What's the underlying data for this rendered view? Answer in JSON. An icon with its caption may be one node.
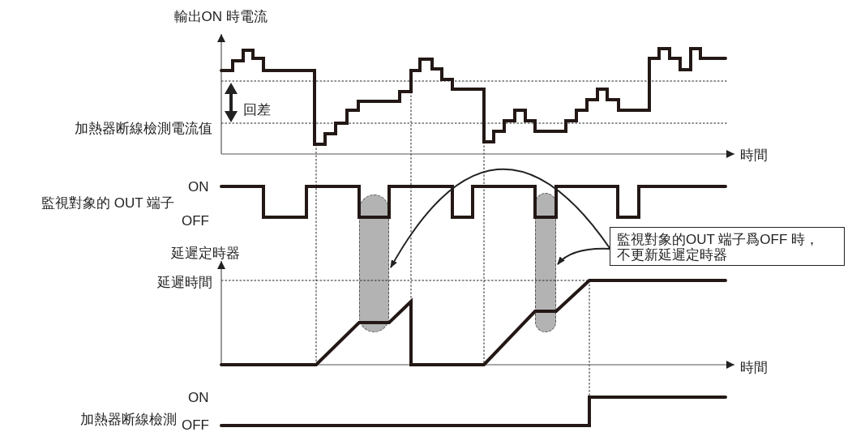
{
  "diagram": {
    "nodes": [
      {
        "text": [
          "監視對象的OUT 端子爲OFF 時，不更新延遲定時器"
        ]
      },
      {
        "text": [],
        "shape": "bar"
      },
      {
        "text": [],
        "shape": "bar"
      }
    ],
    "edges": [
      {
        "from": 0,
        "to": 1,
        "arrow": "to"
      },
      {
        "from": 0,
        "to": 2,
        "arrow": "to"
      }
    ],
    "labels": [
      "輸出ON 時電流",
      "回差",
      "加熱器断線檢測電流值",
      "時間",
      "ON",
      "監視對象的 OUT 端子",
      "OFF",
      "延遲定時器",
      "延遲時間",
      "時間",
      "ON",
      "加熱器断線檢測",
      "OFF"
    ]
  }
}
